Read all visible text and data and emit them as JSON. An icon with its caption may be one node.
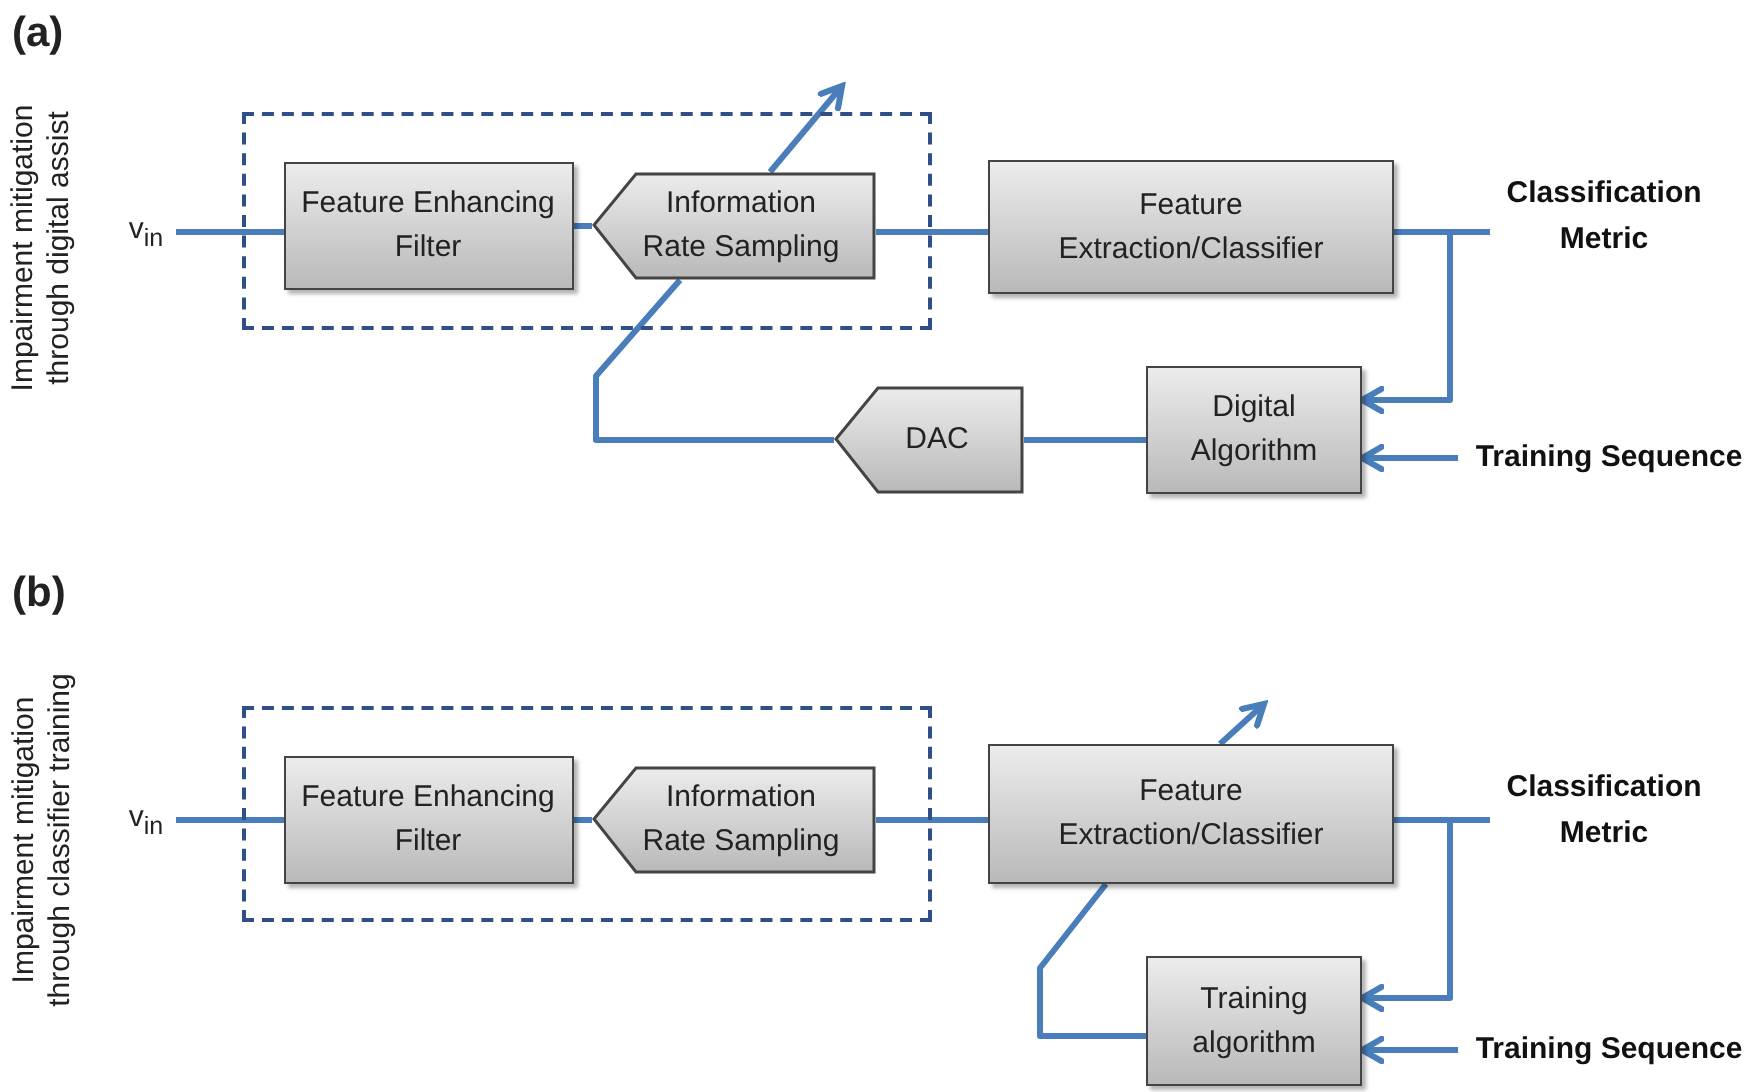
{
  "diagram": {
    "nodes": [
      {
        "text": [],
        "shape": "box"
      },
      {
        "text": [
          "Feature Enhancing Filter"
        ],
        "in": 0
      },
      {
        "text": [
          "Information Rate Sampling"
        ],
        "in": 0
      },
      {
        "text": [
          "Feature Extraction/Classifier"
        ]
      },
      {
        "text": [
          "Classification Metric"
        ]
      },
      {
        "text": [
          "Digital Algorithm"
        ]
      },
      {
        "text": [
          "DAC"
        ]
      },
      {
        "text": [
          "Training Sequence"
        ]
      },
      {
        "text": [
          "v$_{in}$"
        ]
      },
      {
        "text": [],
        "shape": "box"
      },
      {
        "text": [
          "Feature Enhancing Filter"
        ],
        "in": 9
      },
      {
        "text": [
          "Information Rate Sampling"
        ],
        "in": 9
      },
      {
        "text": [
          "Feature Extraction/Classifier"
        ]
      },
      {
        "text": [
          "Classification Metric"
        ]
      },
      {
        "text": [
          "Training algorithm"
        ]
      },
      {
        "text": [
          "Training Sequence"
        ]
      },
      {
        "text": [
          "v$_{in}$"
        ]
      }
    ],
    "edges": [
      {
        "from": 8,
        "to": 1,
        "arrow": "none"
      },
      {
        "from": 1,
        "to": 2,
        "arrow": "none"
      },
      {
        "from": 2,
        "to": 3,
        "arrow": "none"
      },
      {
        "from": 3,
        "to": 4,
        "arrow": "none"
      },
      {
        "from": 3,
        "to": 5,
        "arrow": "to"
      },
      {
        "from": 7,
        "to": 5,
        "arrow": "to"
      },
      {
        "from": 5,
        "to": 6,
        "arrow": "none"
      },
      {
        "from": 6,
        "to": 2,
        "arrow": "none"
      },
      {
        "from": 2,
        "to": null,
        "arrow": "to"
      },
      {
        "from": 16,
        "to": 10,
        "arrow": "none"
      },
      {
        "from": 10,
        "to": 11,
        "arrow": "none"
      },
      {
        "from": 11,
        "to": 12,
        "arrow": "none"
      },
      {
        "from": 12,
        "to": 13,
        "arrow": "none"
      },
      {
        "from": 12,
        "to": 14,
        "arrow": "to"
      },
      {
        "from": 15,
        "to": 14,
        "arrow": "to"
      },
      {
        "from": 14,
        "to": 12,
        "arrow": "none"
      },
      {
        "from": 12,
        "to": null,
        "arrow": "to"
      }
    ],
    "labels": [
      "(a)",
      "Impairment mitigation through digital assist",
      "(b)",
      "Impairment mitigation through classifier training"
    ]
  }
}
